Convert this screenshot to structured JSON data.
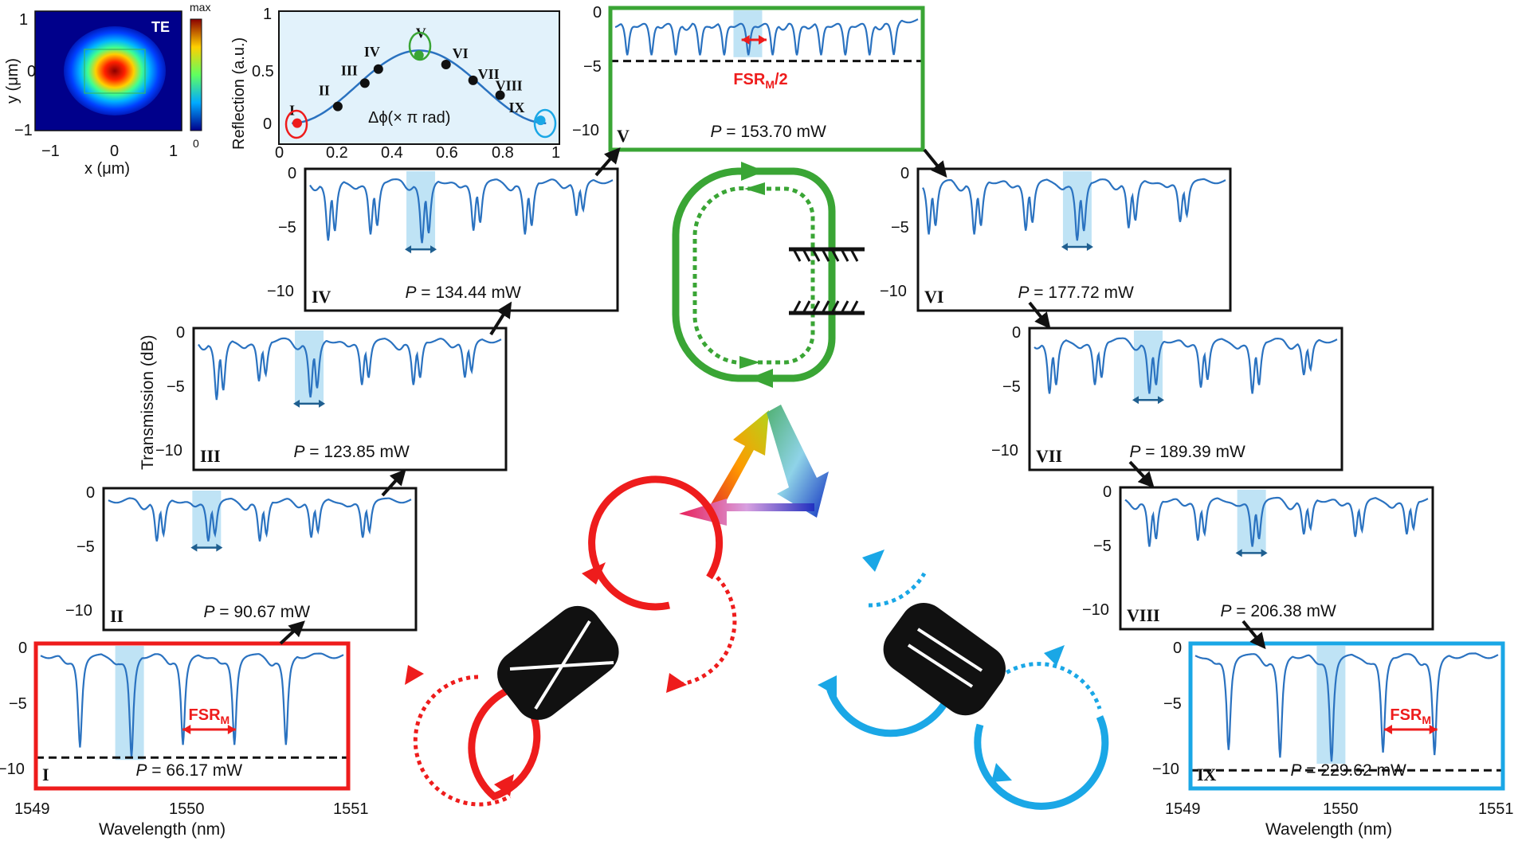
{
  "colors": {
    "red": "#ee1c1c",
    "blue": "#1aa7e6",
    "green": "#3aa535",
    "trace": "#2a72c0",
    "highlight": "#bfe3f5",
    "black": "#111111"
  },
  "mode_map": {
    "polarization": "TE",
    "colorbar_max": "max",
    "colorbar_min": "0",
    "xlabel": "x (μm)",
    "ylabel": "y (μm)",
    "xticks": [
      "−1",
      "0",
      "1"
    ],
    "yticks": [
      "1",
      "0",
      "−1"
    ]
  },
  "reflection_plot": {
    "ylabel": "Reflection (a.u.)",
    "xlabel": "Δϕ(× π rad)",
    "xticks": [
      "0",
      "0.2",
      "0.4",
      "0.6",
      "0.8",
      "1"
    ],
    "yticks": [
      "1",
      "0.5",
      "0"
    ],
    "points": [
      {
        "label": "I",
        "x": 0.05,
        "y": 0.02
      },
      {
        "label": "II",
        "x": 0.2,
        "y": 0.2
      },
      {
        "label": "III",
        "x": 0.3,
        "y": 0.45
      },
      {
        "label": "IV",
        "x": 0.35,
        "y": 0.6
      },
      {
        "label": "V",
        "x": 0.5,
        "y": 0.75
      },
      {
        "label": "VI",
        "x": 0.6,
        "y": 0.65
      },
      {
        "label": "VII",
        "x": 0.7,
        "y": 0.48
      },
      {
        "label": "VIII",
        "x": 0.8,
        "y": 0.32
      },
      {
        "label": "IX",
        "x": 0.95,
        "y": 0.05
      }
    ]
  },
  "spectra": {
    "ylabel": "Transmission (dB)",
    "xlabel": "Wavelength (nm)",
    "xticks": [
      "1549",
      "1550",
      "1551"
    ],
    "yticks": [
      "0",
      "−5",
      "−10"
    ],
    "panels": [
      {
        "id": "I",
        "power": "66.17 mW"
      },
      {
        "id": "II",
        "power": "90.67 mW"
      },
      {
        "id": "III",
        "power": "123.85 mW"
      },
      {
        "id": "IV",
        "power": "134.44 mW"
      },
      {
        "id": "V",
        "power": "153.70 mW"
      },
      {
        "id": "VI",
        "power": "177.72 mW"
      },
      {
        "id": "VII",
        "power": "189.39 mW"
      },
      {
        "id": "VIII",
        "power": "206.38 mW"
      },
      {
        "id": "IX",
        "power": "229.62 mW"
      }
    ],
    "power_prefix": "P",
    "fsr_label": "FSR",
    "fsr_sub": "M",
    "fsr_half_suffix": "/2"
  }
}
